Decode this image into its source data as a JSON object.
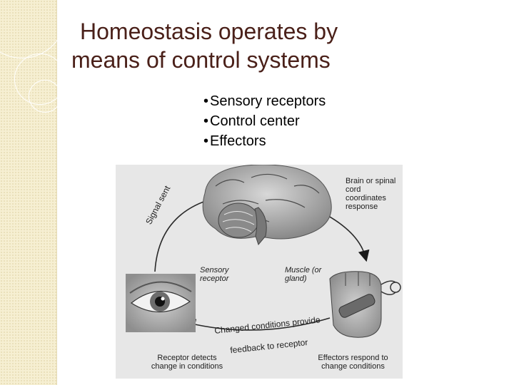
{
  "slide": {
    "title_line1": "Homeostasis operates by",
    "title_line2": "means of control systems",
    "bullets": [
      {
        "marker": "•",
        "text": "Sensory receptors"
      },
      {
        "marker": "•",
        "text": "Control center"
      },
      {
        "marker": "•",
        "text": "Effectors"
      }
    ]
  },
  "diagram": {
    "brain_label": "Brain or spinal cord coordinates response",
    "signal_label": "Signal sent",
    "sensory_label": "Sensory receptor",
    "muscle_label": "Muscle (or gland)",
    "feedback_line1": "Changed conditions provide",
    "feedback_line2": "feedback to receptor",
    "receptor_label": "Receptor detects change in conditions",
    "effectors_label": "Effectors respond to change conditions",
    "icons": [
      "brain-image",
      "eye-image",
      "hand-gripper-image"
    ]
  },
  "colors": {
    "title": "#4a2019",
    "band": "#f6efd2",
    "diagram_bg": "#e7e7e7"
  }
}
